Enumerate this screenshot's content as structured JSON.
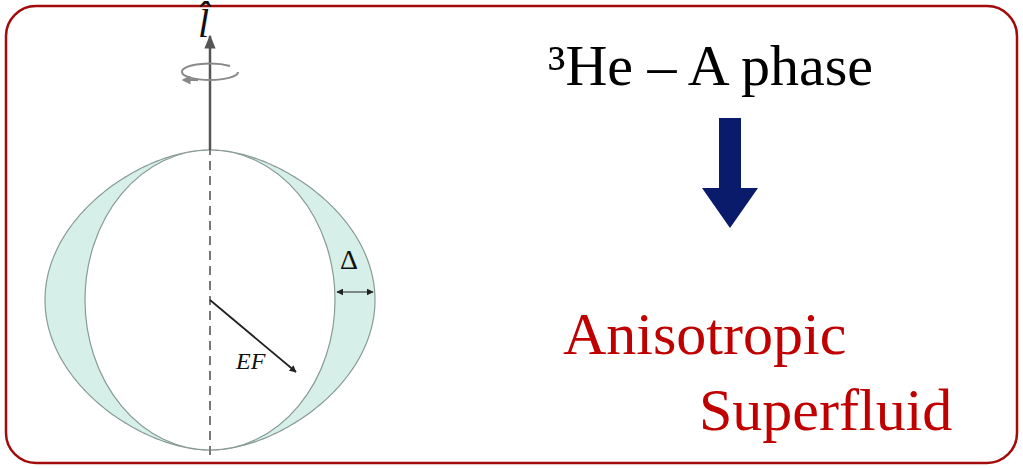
{
  "diagram": {
    "nodes": [
      {
        "text": [
          "³He – A phase"
        ]
      },
      {
        "text": [
          "Anisotropic Superfluid"
        ]
      }
    ],
    "edges": [
      {
        "from": 0,
        "to": 1,
        "arrow": "to"
      }
    ],
    "labels": [
      "l̂",
      "Δ",
      "EF"
    ]
  }
}
